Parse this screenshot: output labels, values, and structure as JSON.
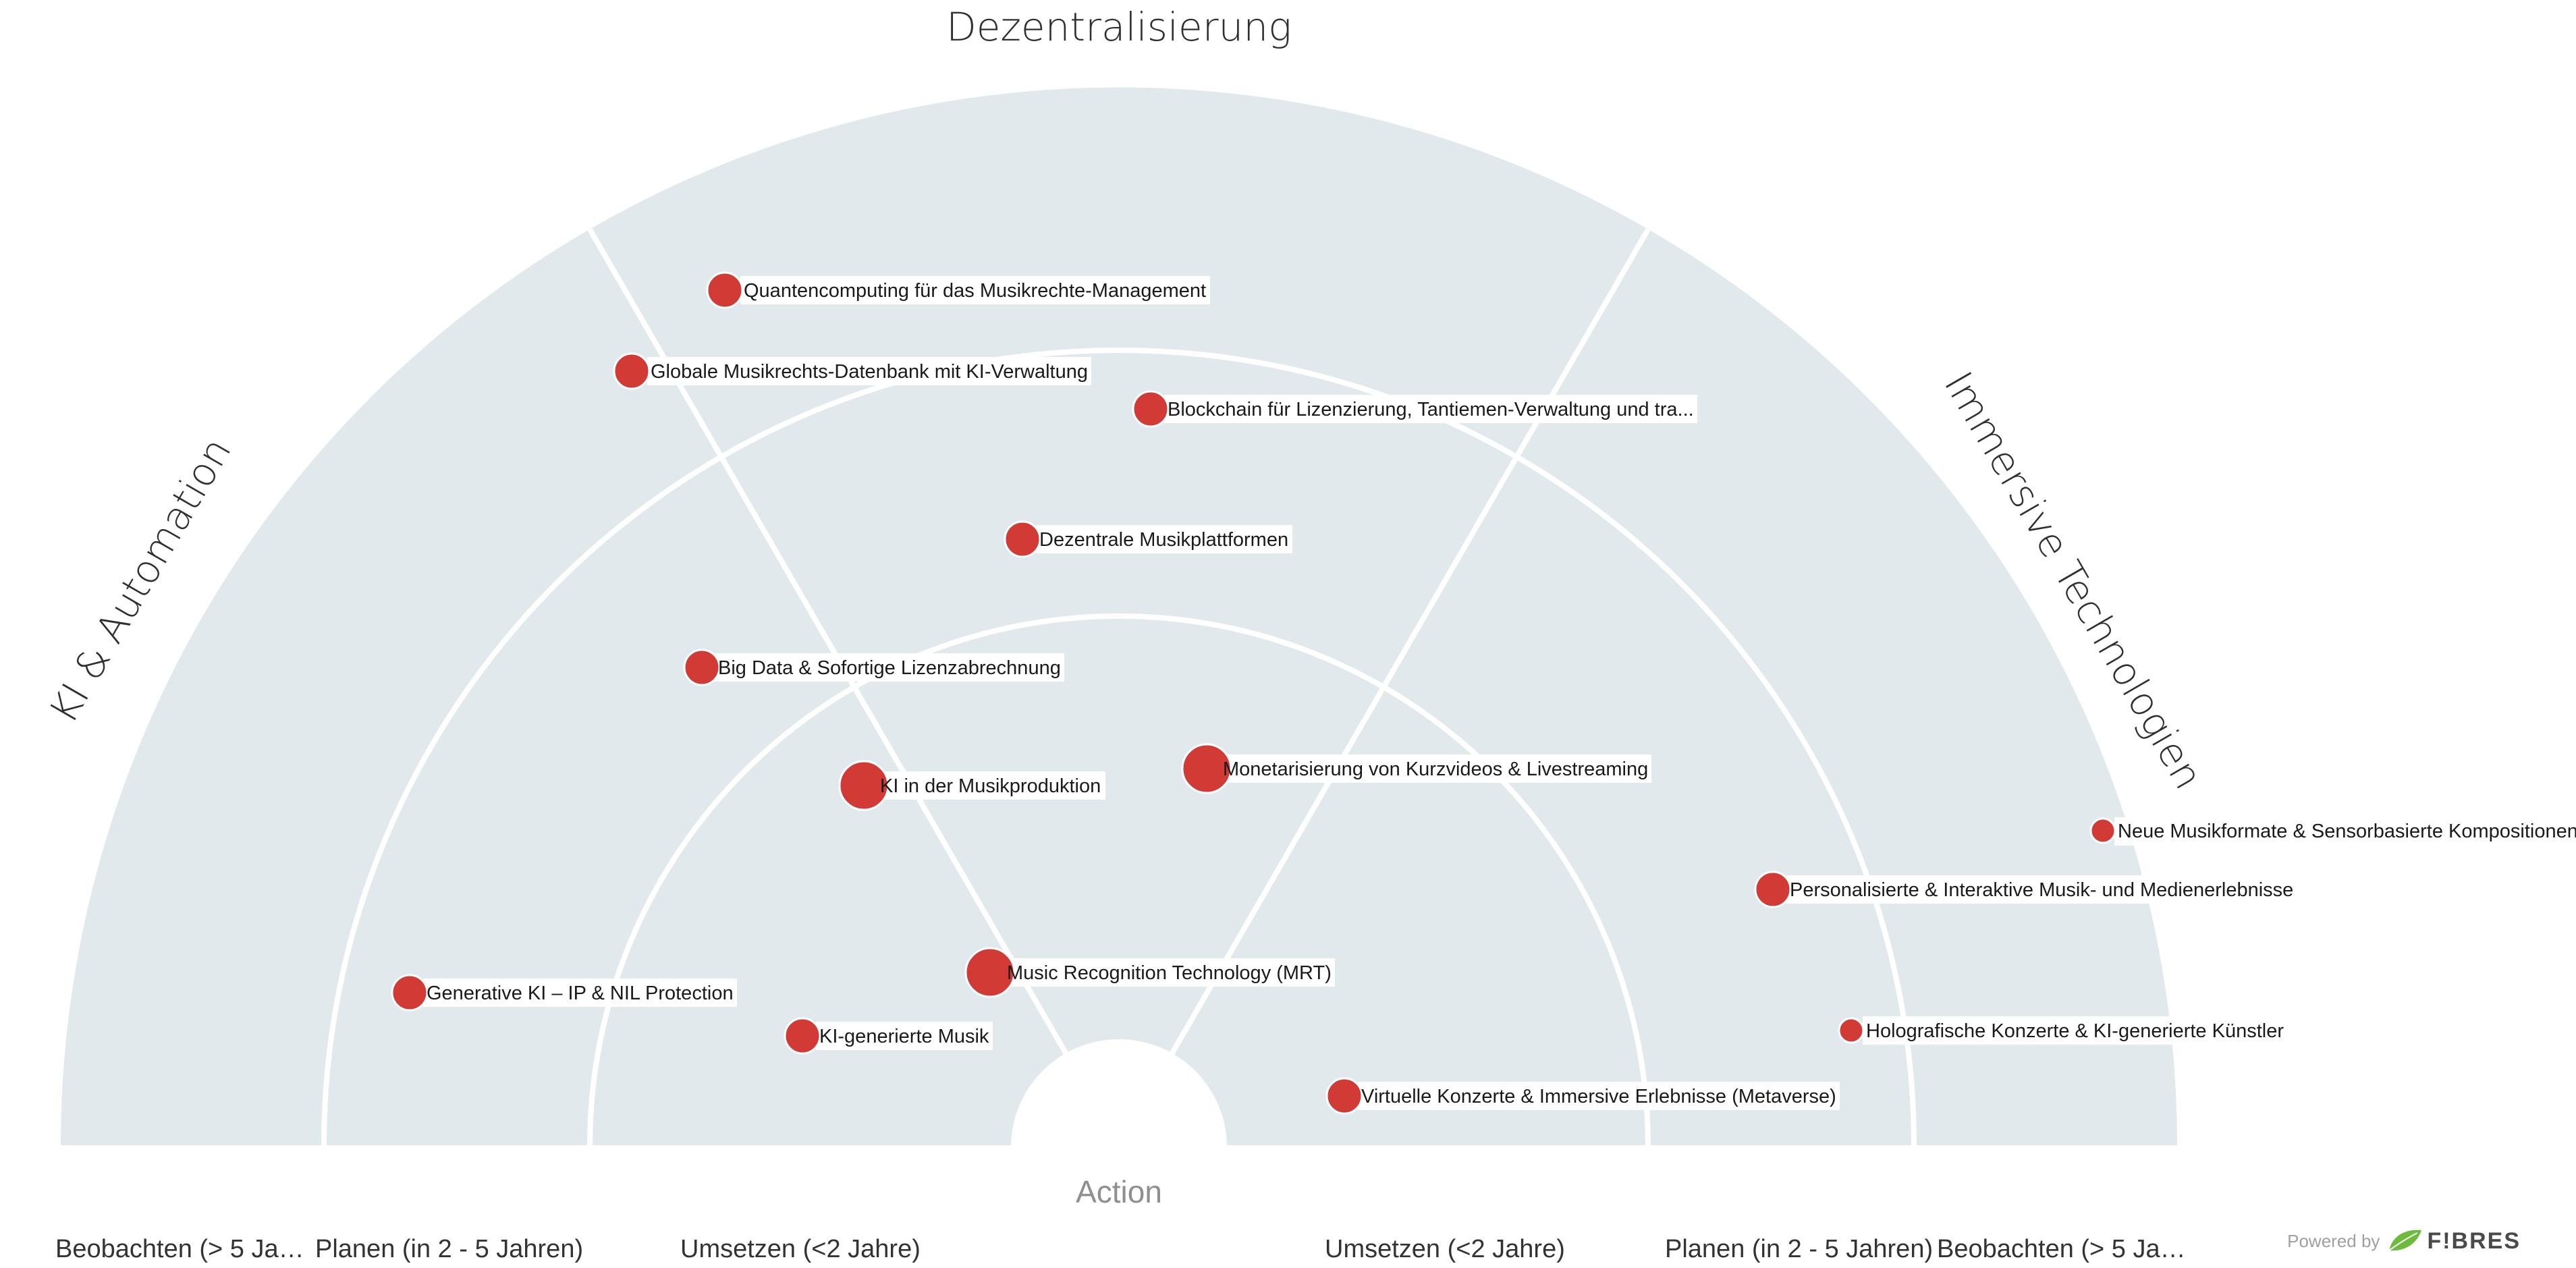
{
  "sectors": [
    {
      "id": "ki",
      "title": "KI & Automation"
    },
    {
      "id": "dezentral",
      "title": "Dezentralisierung"
    },
    {
      "id": "immersive",
      "title": "Immersive Technologien"
    }
  ],
  "center_label": "Action",
  "ring_labels_left": [
    "Beobachten (> 5 Ja…",
    "Planen (in 2 - 5 Jahren)",
    "Umsetzen (<2 Jahre)"
  ],
  "ring_labels_right": [
    "Umsetzen (<2 Jahre)",
    "Planen (in 2 - 5 Jahren)",
    "Beobachten (> 5 Ja…"
  ],
  "blips": [
    {
      "label": "Quantencomputing für das Musikrechte-Management",
      "size": "medium"
    },
    {
      "label": "Globale Musikrechts-Datenbank mit KI-Verwaltung",
      "size": "medium"
    },
    {
      "label": "Blockchain für Lizenzierung, Tantiemen-Verwaltung und tra...",
      "size": "medium"
    },
    {
      "label": "Dezentrale Musikplattformen",
      "size": "medium"
    },
    {
      "label": "Big Data & Sofortige Lizenzabrechnung",
      "size": "medium"
    },
    {
      "label": "KI in der Musikproduktion",
      "size": "large"
    },
    {
      "label": "Monetarisierung von Kurzvideos & Livestreaming",
      "size": "large"
    },
    {
      "label": "Neue Musikformate & Sensorbasierte Kompositionen",
      "size": "small"
    },
    {
      "label": "Personalisierte & Interaktive Musik- und Medienerlebnisse",
      "size": "medium"
    },
    {
      "label": "Music Recognition Technology (MRT)",
      "size": "large"
    },
    {
      "label": "Generative KI – IP & NIL Protection",
      "size": "medium"
    },
    {
      "label": "KI-generierte Musik",
      "size": "medium"
    },
    {
      "label": "Holografische Konzerte & KI-generierte Künstler",
      "size": "small"
    },
    {
      "label": "Virtuelle Konzerte & Immersive Erlebnisse (Metaverse)",
      "size": "medium"
    }
  ],
  "colors": {
    "radar_fill": "#e2e9ed",
    "blip": "#d13a35",
    "divider": "#ffffff"
  },
  "footer": {
    "powered_by": "Powered by",
    "brand": "F!BRES"
  }
}
